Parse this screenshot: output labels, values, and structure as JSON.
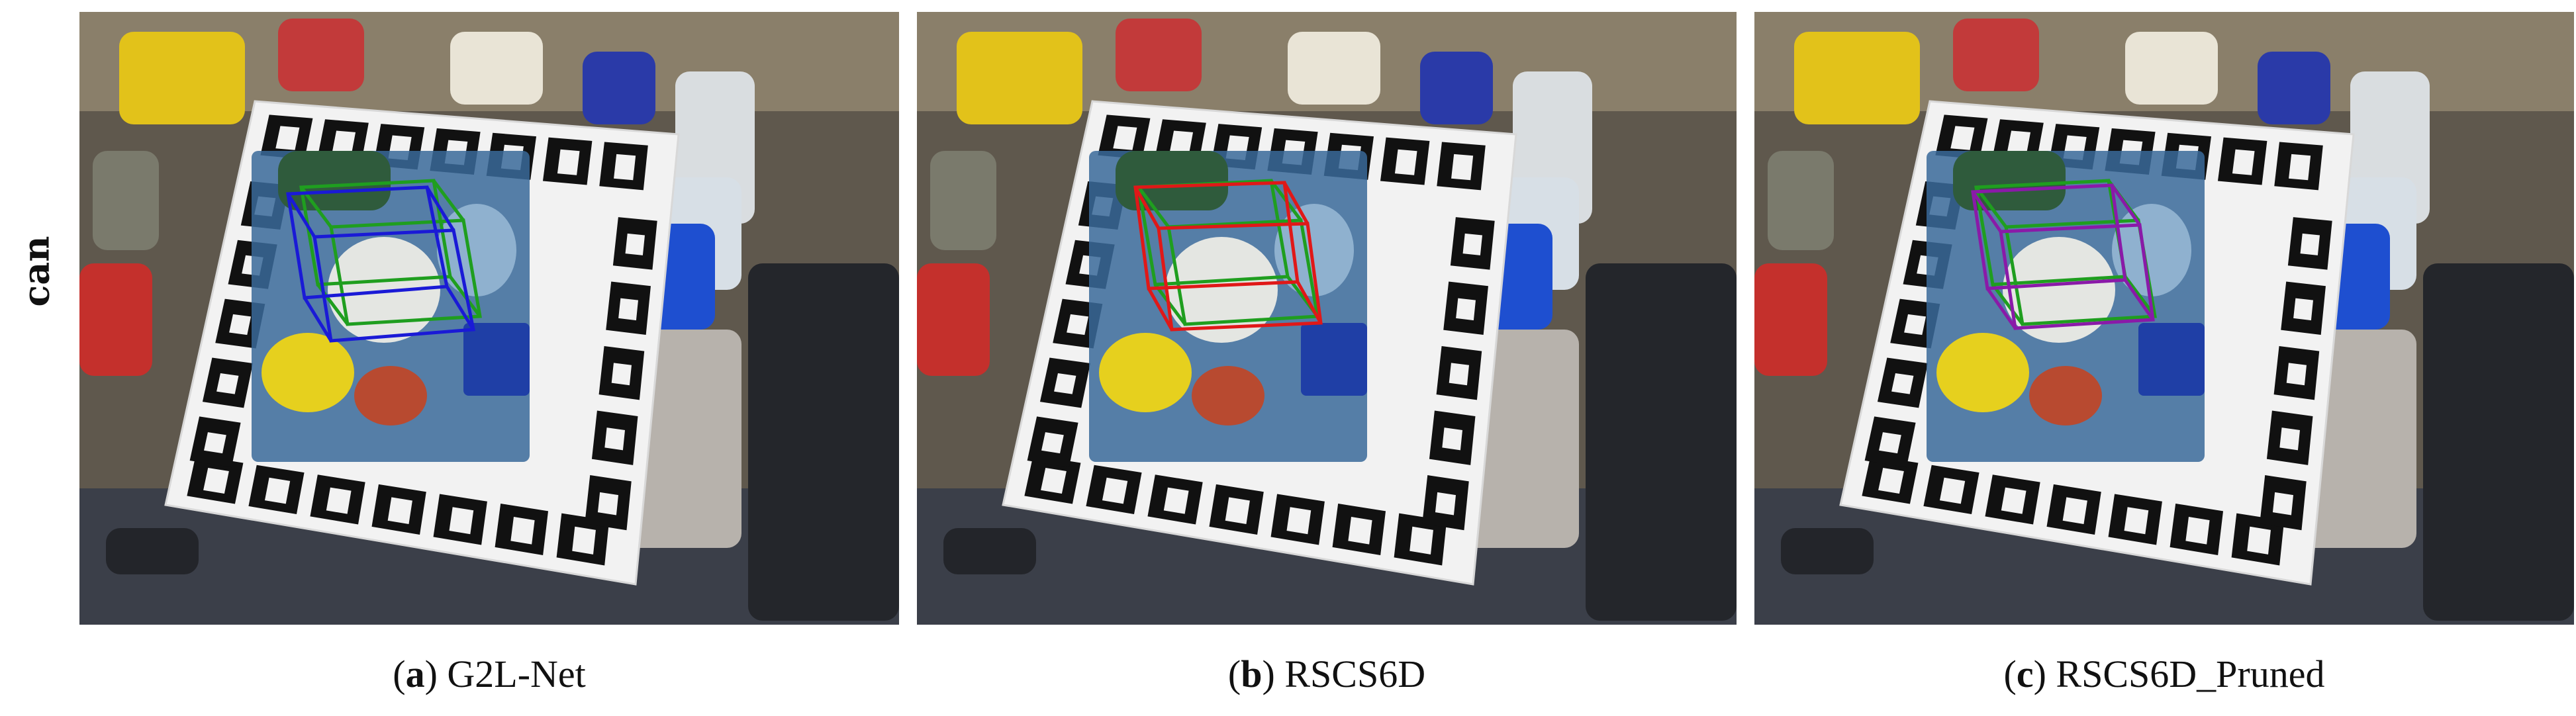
{
  "row_label": "can",
  "panels": [
    {
      "letter": "a",
      "method": "G2L-Net",
      "box_colors": [
        "#1f9e1f",
        "#1a1ad6"
      ]
    },
    {
      "letter": "b",
      "method": "RSCS6D",
      "box_colors": [
        "#1f9e1f",
        "#e01818"
      ]
    },
    {
      "letter": "c",
      "method": "RSCS6D_Pruned",
      "box_colors": [
        "#1f9e1f",
        "#8a1aa8"
      ]
    }
  ]
}
